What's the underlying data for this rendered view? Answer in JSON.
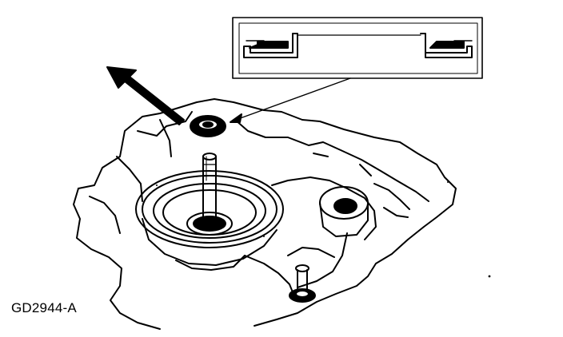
{
  "figure": {
    "code": "GD2944-A",
    "components": [
      "transmission-case",
      "pump-assembly",
      "input-shaft",
      "seal",
      "callout-arrow",
      "seal-cross-section-inset",
      "bolt"
    ]
  },
  "colors": {
    "ink": "#000000",
    "paper": "#ffffff"
  }
}
